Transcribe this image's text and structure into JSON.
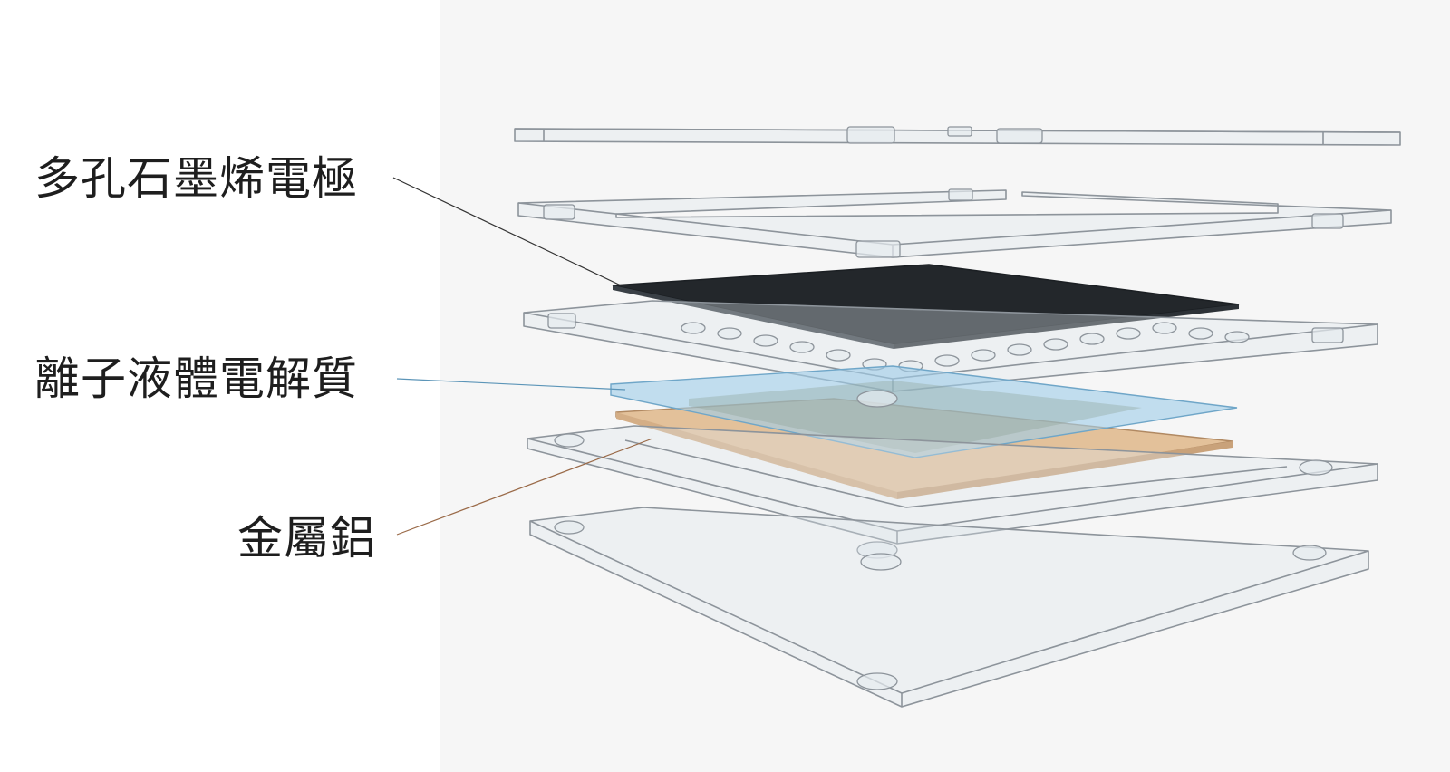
{
  "labels": {
    "graphene_electrode": "多孔石墨烯電極",
    "ionic_liquid_electrolyte": "離子液體電解質",
    "aluminum_metal": "金屬鋁"
  },
  "colors": {
    "background_panel": "#f6f6f6",
    "graphene": "#23272b",
    "electrolyte": "#bfe0f3",
    "aluminum": "#e3c19a",
    "acrylic_edge": "#8d949b",
    "leader_graphene": "#333333",
    "leader_electrolyte": "#5c95b8",
    "leader_aluminum": "#9a6a48"
  }
}
